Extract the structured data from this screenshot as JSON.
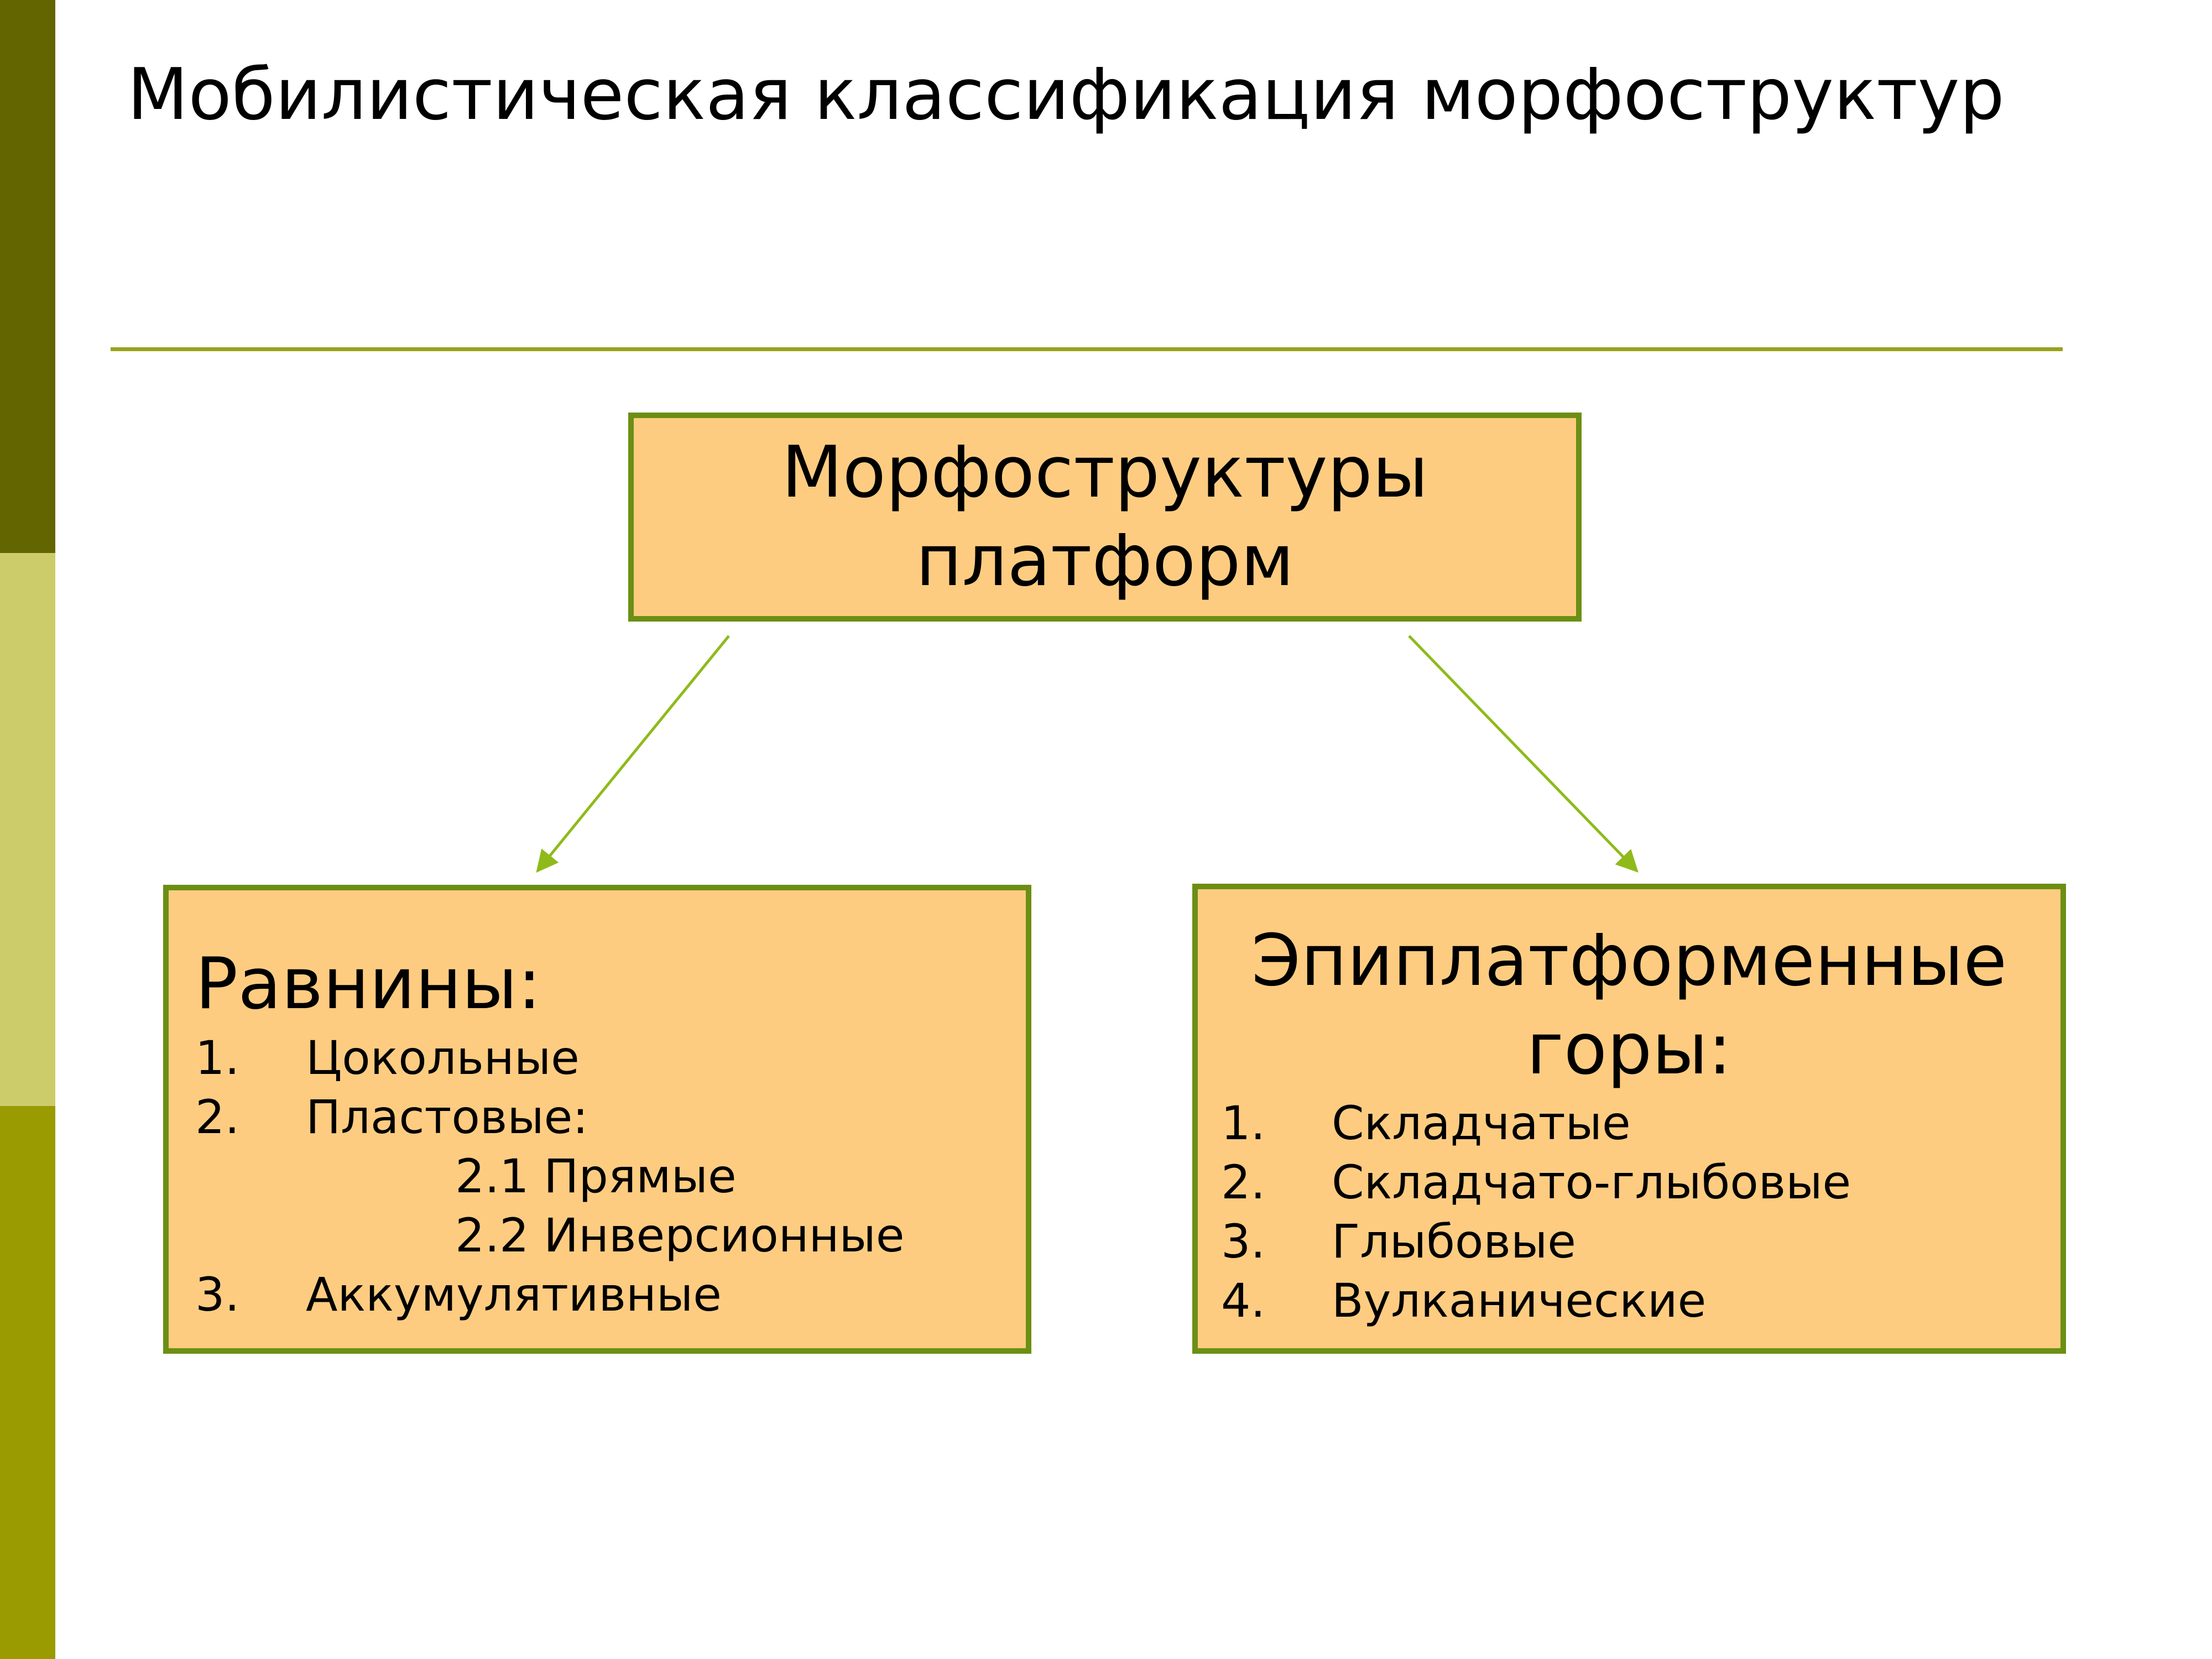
{
  "slide": {
    "title": "Мобилистическая классификация морфоструктур"
  },
  "root": {
    "label": "Морфоструктуры платформ"
  },
  "left_box": {
    "heading": "Равнины:",
    "items": [
      {
        "num": "1.",
        "text": "Цокольные"
      },
      {
        "num": "2.",
        "text": "Пластовые:"
      },
      {
        "sub": "2.1 Прямые"
      },
      {
        "sub": "2.2 Инверсионные"
      },
      {
        "num": "3.",
        "text": "Аккумулятивные"
      }
    ]
  },
  "right_box": {
    "heading": "Эпиплатформенные горы:",
    "items": [
      {
        "num": "1.",
        "text": "Складчатые"
      },
      {
        "num": "2.",
        "text": "Складчато-глыбовые"
      },
      {
        "num": "3.",
        "text": "Глыбовые"
      },
      {
        "num": "4.",
        "text": "Вулканические"
      }
    ]
  },
  "colors": {
    "sidebar_dark": "#636600",
    "sidebar_light": "#cccc6b",
    "sidebar_mid": "#999b00",
    "box_fill": "#fecc81",
    "box_border": "#6b8f13",
    "arrow": "#8fba1a",
    "rule": "#99a21c"
  }
}
